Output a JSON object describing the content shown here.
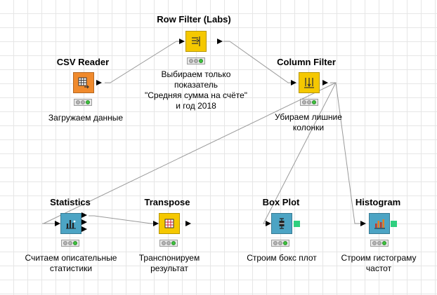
{
  "workflow": {
    "nodes": [
      {
        "id": "csv-reader",
        "title": "CSV Reader",
        "color": "#F08A2C",
        "icon": "table-read-icon",
        "status": "executed",
        "description": [
          "Загружаем данные"
        ]
      },
      {
        "id": "row-filter",
        "title": "Row Filter (Labs)",
        "color": "#F5C800",
        "icon": "row-filter-icon",
        "status": "executed",
        "description": [
          "Выбираем только",
          "показатель",
          "\"Средняя сумма на счёте\"",
          "и год 2018"
        ]
      },
      {
        "id": "column-filter",
        "title": "Column Filter",
        "color": "#F5C800",
        "icon": "column-filter-icon",
        "status": "executed",
        "description": [
          "Убираем лишние",
          "колонки"
        ]
      },
      {
        "id": "statistics",
        "title": "Statistics",
        "color": "#4CA4C4",
        "icon": "statistics-icon",
        "status": "executed",
        "description": [
          "Считаем описательные",
          "статистики"
        ]
      },
      {
        "id": "transpose",
        "title": "Transpose",
        "color": "#F5C800",
        "icon": "transpose-icon",
        "status": "executed",
        "description": [
          "Транспонируем",
          "результат"
        ]
      },
      {
        "id": "box-plot",
        "title": "Box Plot",
        "color": "#4CA4C4",
        "icon": "box-plot-icon",
        "status": "executed",
        "description": [
          "Строим бокс плот"
        ]
      },
      {
        "id": "histogram",
        "title": "Histogram",
        "color": "#4CA4C4",
        "icon": "histogram-icon",
        "status": "executed",
        "description": [
          "Строим гистограму",
          "частот"
        ]
      }
    ],
    "connections": [
      {
        "from": "csv-reader",
        "to": "row-filter"
      },
      {
        "from": "row-filter",
        "to": "column-filter"
      },
      {
        "from": "column-filter",
        "to": "statistics"
      },
      {
        "from": "column-filter",
        "to": "box-plot"
      },
      {
        "from": "column-filter",
        "to": "histogram"
      },
      {
        "from": "statistics",
        "to": "transpose"
      }
    ]
  }
}
